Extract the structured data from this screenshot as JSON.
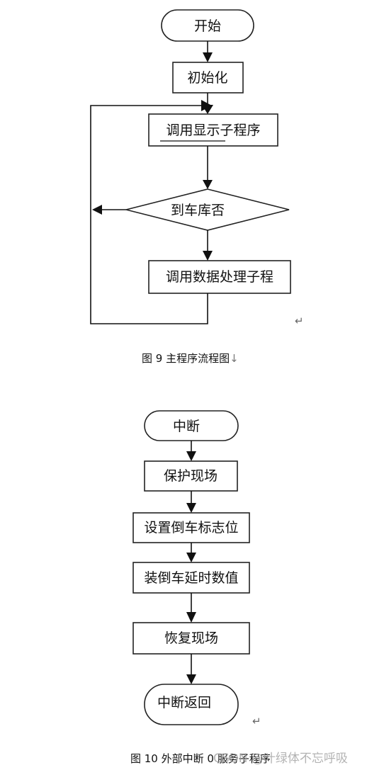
{
  "figure9": {
    "start": "开始",
    "init": "初始化",
    "call_display": "调用显示子程序",
    "decision": "到车库否",
    "call_process": "调用数据处理子程",
    "caption": "图 9   主程序流程图",
    "caption_tail": "↓",
    "para_mark": "↵"
  },
  "figure10": {
    "start": "中断",
    "protect": "保护现场",
    "set_flag": "设置倒车标志位",
    "load_delay": "装倒车延时数值",
    "restore": "恢复现场",
    "return": "中断返回",
    "caption": "图  10  外部中断 0 服务子程序",
    "para_mark": "↵"
  },
  "watermark": "CSDN @叶绿体不忘呼吸"
}
